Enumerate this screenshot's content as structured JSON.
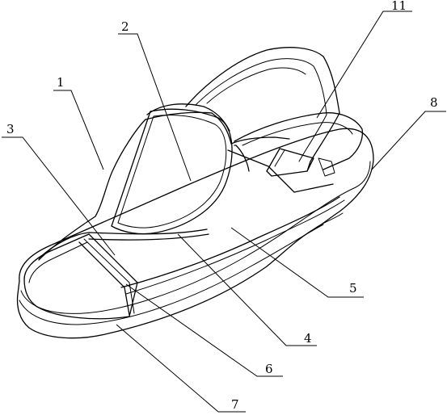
{
  "figure": {
    "labels": [
      {
        "id": "label-1",
        "text": "1"
      },
      {
        "id": "label-2",
        "text": "2"
      },
      {
        "id": "label-3",
        "text": "3"
      },
      {
        "id": "label-4",
        "text": "4"
      },
      {
        "id": "label-5",
        "text": "5"
      },
      {
        "id": "label-6",
        "text": "6"
      },
      {
        "id": "label-7",
        "text": "7"
      },
      {
        "id": "label-8",
        "text": "8"
      },
      {
        "id": "label-11",
        "text": "11"
      }
    ]
  }
}
